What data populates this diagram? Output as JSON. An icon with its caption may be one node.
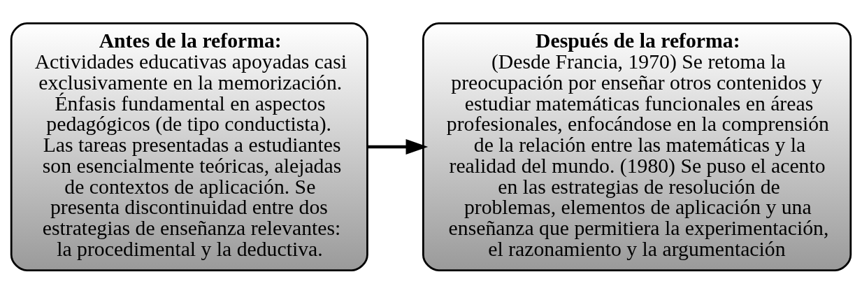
{
  "diagram": {
    "nodes": [
      {
        "text": [
          "Antes de la reforma:",
          "Actividades educativas apoyadas casi exclusivamente en la memorización. Énfasis fundamental en aspectos pedagógicos (de tipo conductista). Las tareas presentadas a estudiantes son esencialmente teóricas, alejadas de contextos de aplicación. Se presenta discontinuidad entre dos estrategias de enseñanza relevantes: la procedimental y la deductiva."
        ]
      },
      {
        "text": [
          "Después de la reforma:",
          "(Desde Francia, 1970) Se retoma la preocupación por enseñar otros contenidos y estudiar matemáticas funcionales en áreas profesionales, enfocándose en la comprensión de la relación entre las matemáticas y la realidad del mundo. (1980) Se puso el acento en las estrategias de resolución de problemas, elementos de aplicación y una enseñanza que permitiera la experimentación, el razonamiento y la argumentación"
        ]
      }
    ],
    "edges": [
      {
        "from": 0,
        "to": 1,
        "arrow": "to"
      }
    ]
  }
}
